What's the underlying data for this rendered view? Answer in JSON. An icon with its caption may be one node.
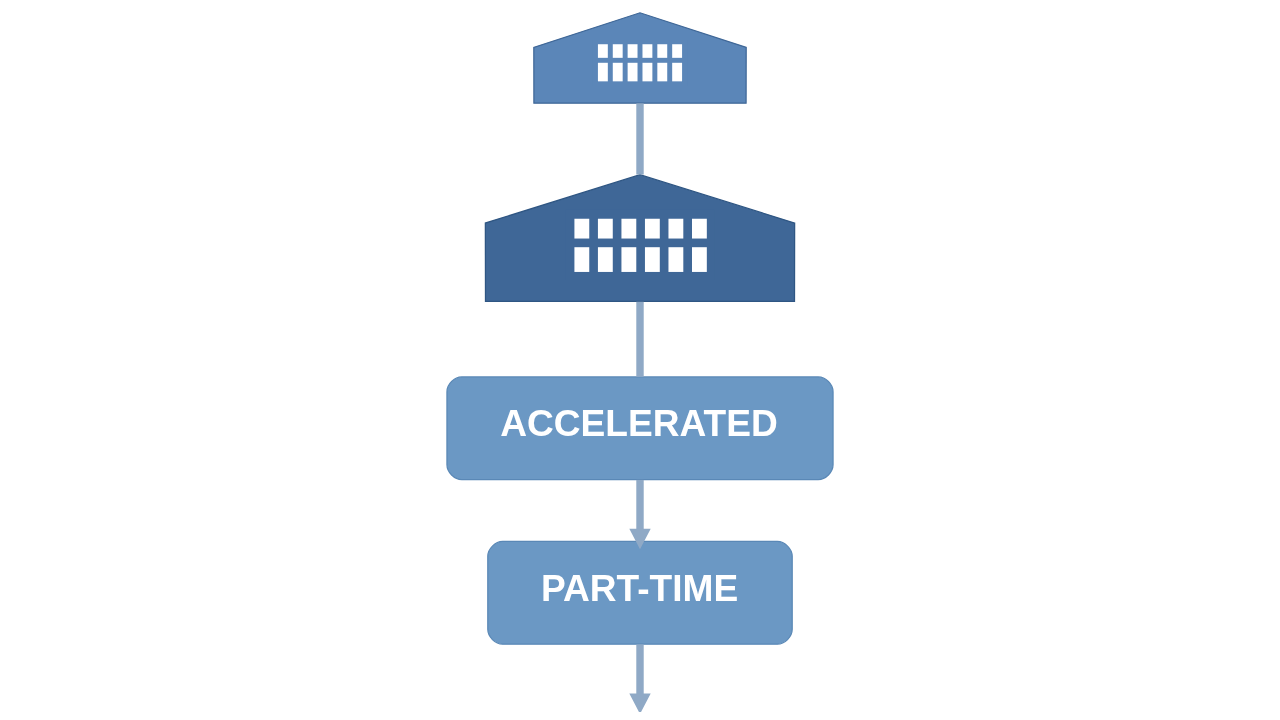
{
  "diagram": {
    "nodes": [
      {
        "text": [],
        "shape": "picture"
      },
      {
        "text": [],
        "shape": "picture"
      },
      {
        "text": [
          "ACCELERATED"
        ]
      },
      {
        "text": [
          "PART-TIME"
        ]
      }
    ],
    "edges": [
      {
        "from": 0,
        "to": 1,
        "arrow": "none"
      },
      {
        "from": 1,
        "to": 2,
        "arrow": "none"
      },
      {
        "from": 2,
        "to": 3,
        "arrow": "to"
      },
      {
        "from": 3,
        "to": null,
        "arrow": "to"
      }
    ]
  }
}
